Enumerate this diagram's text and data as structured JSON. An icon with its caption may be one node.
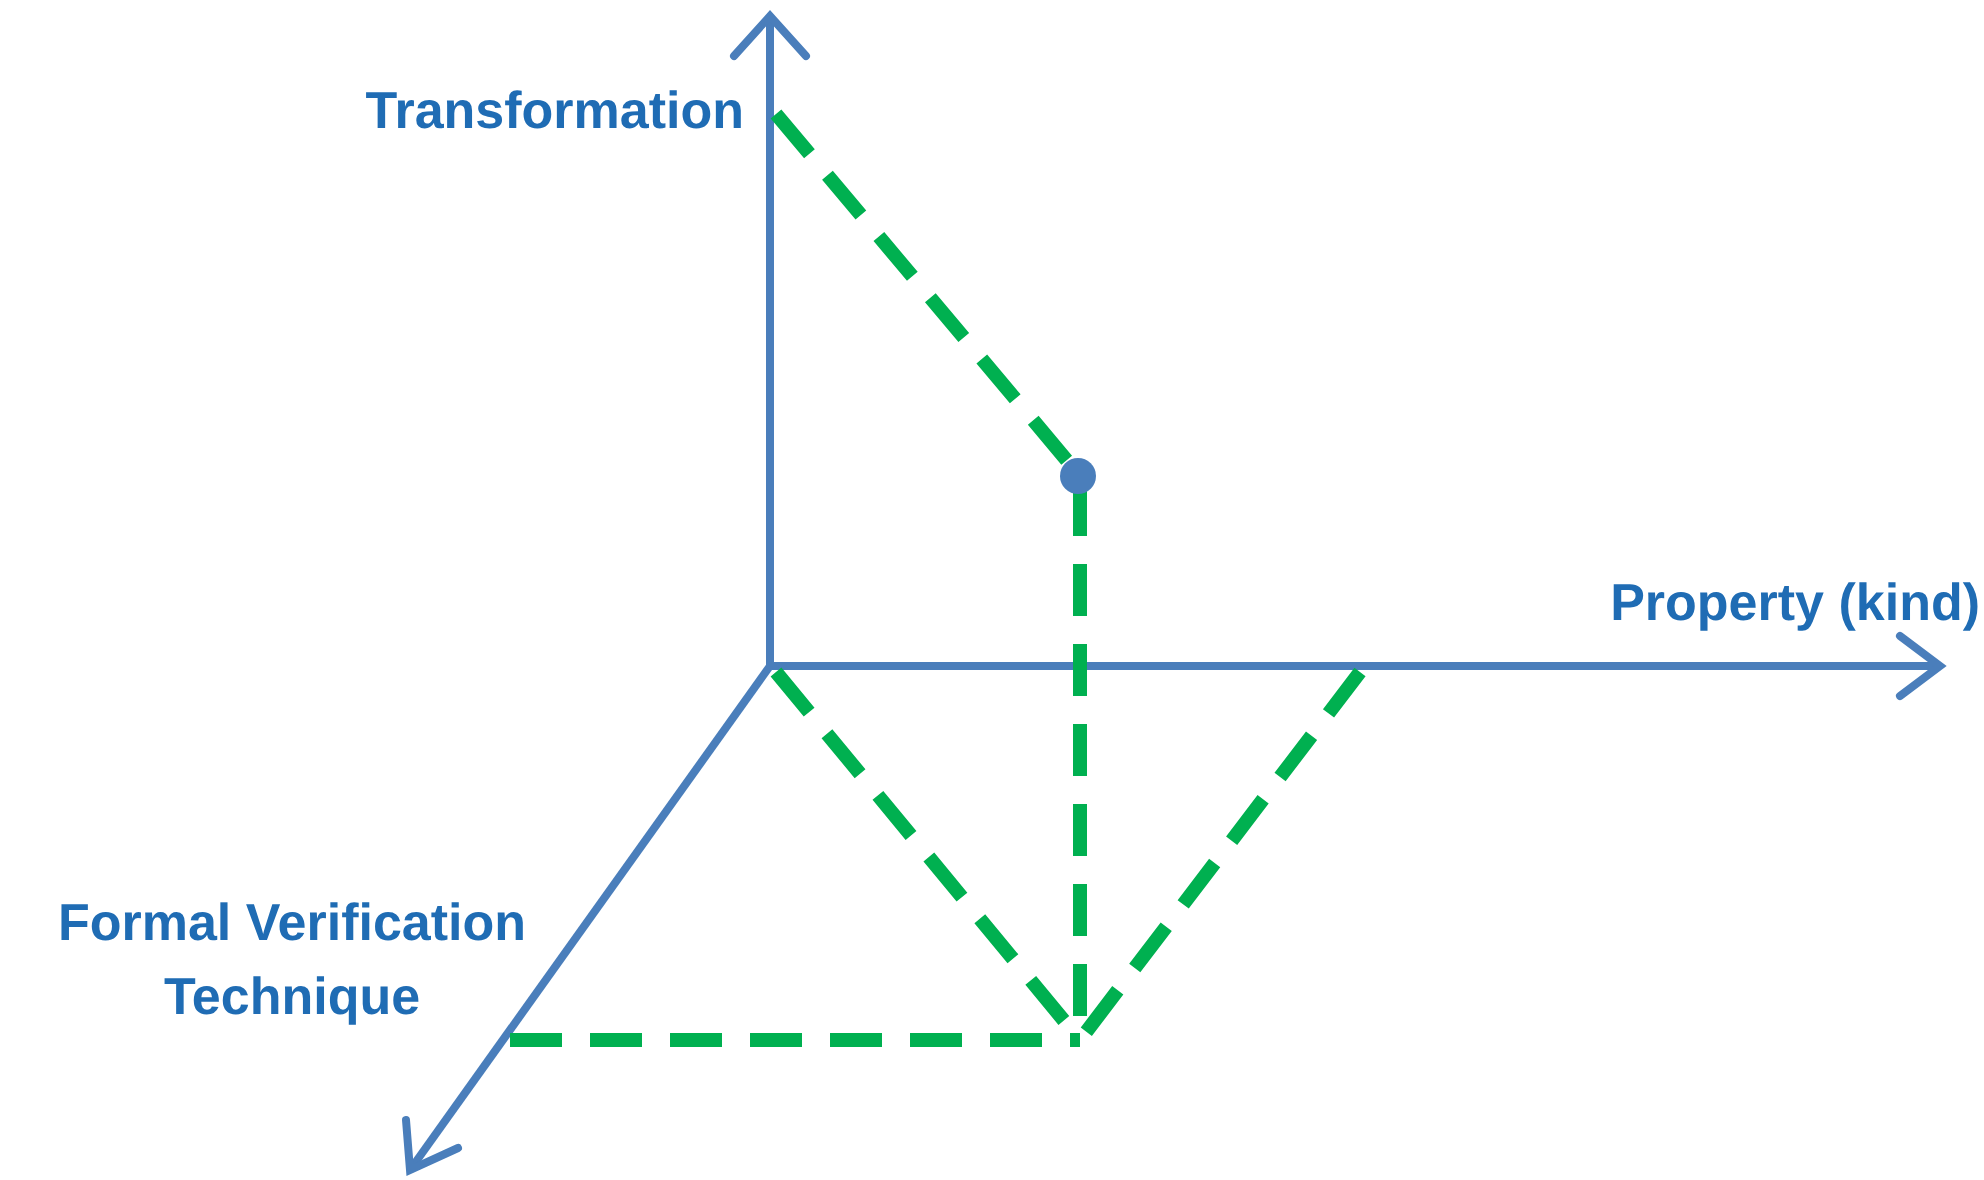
{
  "diagram": {
    "labels": [
      "Transformation",
      "Property (kind)",
      "Formal Verification Technique"
    ]
  }
}
